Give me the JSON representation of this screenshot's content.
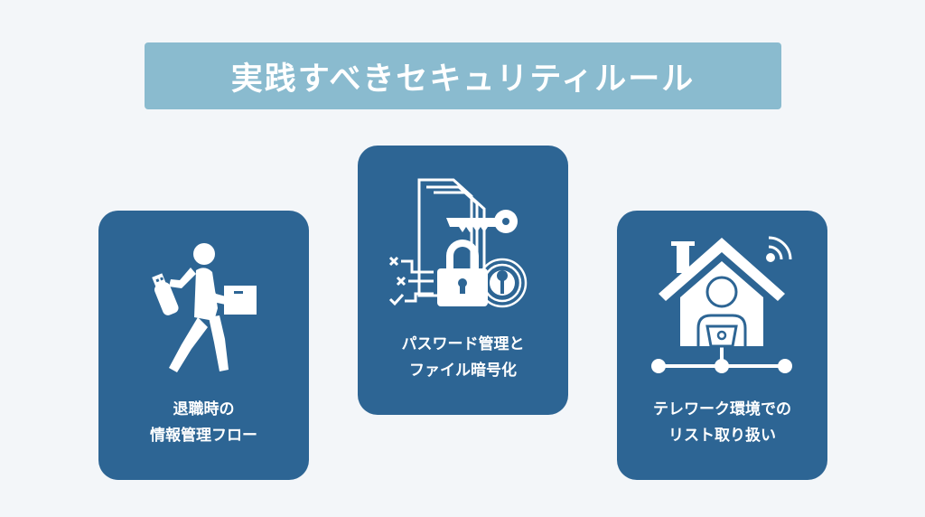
{
  "header": {
    "title": "実践すべきセキュリティルール"
  },
  "cards": [
    {
      "icon": "person-carrying-usb-and-box-icon",
      "line1": "退職時の",
      "line2": "情報管理フロー"
    },
    {
      "icon": "password-file-encryption-icon",
      "line1": "パスワード管理と",
      "line2": "ファイル暗号化"
    },
    {
      "icon": "telework-house-network-icon",
      "line1": "テレワーク環境での",
      "line2": "リスト取り扱い"
    }
  ],
  "colors": {
    "background": "#f3f6f9",
    "banner": "#8abbcf",
    "card": "#2d6594",
    "text": "#ffffff"
  }
}
